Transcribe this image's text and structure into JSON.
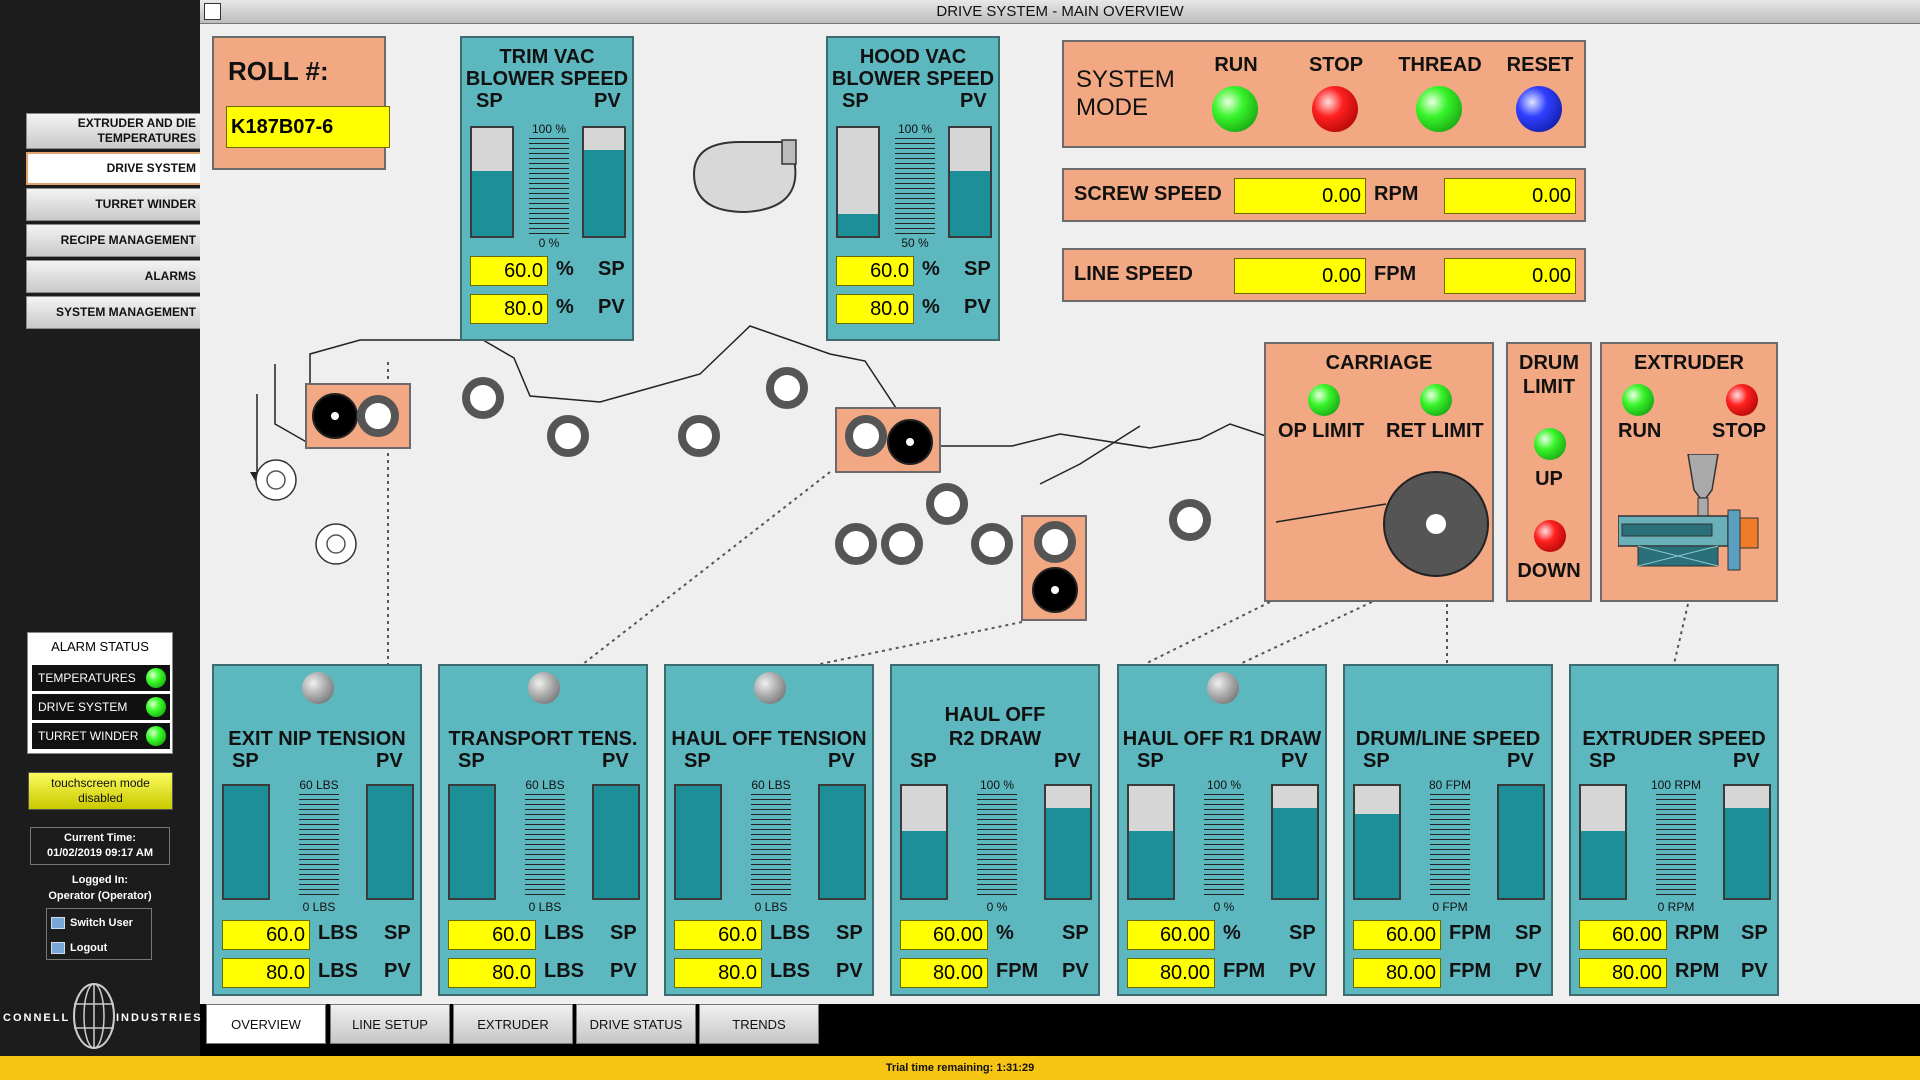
{
  "title": "DRIVE SYSTEM - MAIN OVERVIEW",
  "nav": [
    {
      "label": "EXTRUDER AND DIE TEMPERATURES",
      "active": false
    },
    {
      "label": "DRIVE SYSTEM",
      "active": true
    },
    {
      "label": "TURRET WINDER",
      "active": false
    },
    {
      "label": "RECIPE MANAGEMENT",
      "active": false
    },
    {
      "label": "ALARMS",
      "active": false
    },
    {
      "label": "SYSTEM MANAGEMENT",
      "active": false
    }
  ],
  "alarm_status": {
    "title": "ALARM STATUS",
    "rows": [
      {
        "label": "TEMPERATURES",
        "state": "green"
      },
      {
        "label": "DRIVE SYSTEM",
        "state": "green"
      },
      {
        "label": "TURRET WINDER",
        "state": "green"
      }
    ]
  },
  "touchscreen": {
    "line1": "touchscreen mode",
    "line2": "disabled"
  },
  "time": {
    "label": "Current Time:",
    "value": "01/02/2019 09:17 AM"
  },
  "login": {
    "label": "Logged In:",
    "user": "Operator (Operator)",
    "switch": "Switch User",
    "logout": "Logout"
  },
  "logo": {
    "left": "CONNELL",
    "right": "INDUSTRIES"
  },
  "roll": {
    "label": "ROLL #:",
    "value": "K187B07-6"
  },
  "trim_vac": {
    "title1": "TRIM VAC",
    "title2": "BLOWER SPEED",
    "sp_label": "SP",
    "pv_label": "PV",
    "scale_top": "100 %",
    "scale_bottom": "0 %",
    "sp_fraction": 0.6,
    "pv_fraction": 0.8,
    "sp_value": "60.0",
    "pv_value": "80.0",
    "unit": "%"
  },
  "hood_vac": {
    "title1": "HOOD VAC",
    "title2": "BLOWER SPEED",
    "sp_label": "SP",
    "pv_label": "PV",
    "scale_top": "100 %",
    "scale_bottom": "50 %",
    "sp_fraction": 0.2,
    "pv_fraction": 0.6,
    "sp_value": "60.0",
    "pv_value": "80.0",
    "unit": "%"
  },
  "system_mode": {
    "label1": "SYSTEM",
    "label2": "MODE",
    "buttons": [
      {
        "label": "RUN",
        "color": "green"
      },
      {
        "label": "STOP",
        "color": "red"
      },
      {
        "label": "THREAD",
        "color": "green"
      },
      {
        "label": "RESET",
        "color": "blue"
      }
    ]
  },
  "screw_speed": {
    "label": "SCREW SPEED",
    "value1": "0.00",
    "unit": "RPM",
    "value2": "0.00"
  },
  "line_speed": {
    "label": "LINE SPEED",
    "value1": "0.00",
    "unit": "FPM",
    "value2": "0.00"
  },
  "carriage": {
    "title": "CARRIAGE",
    "op": "OP LIMIT",
    "ret": "RET LIMIT"
  },
  "drum_limit": {
    "title1": "DRUM",
    "title2": "LIMIT",
    "up": "UP",
    "down": "DOWN"
  },
  "extruder": {
    "title": "EXTRUDER",
    "run": "RUN",
    "stop": "STOP"
  },
  "tension_panels": [
    {
      "title1": "",
      "title2": "EXIT NIP TENSION",
      "led": true,
      "scale_top": "60 LBS",
      "scale_bottom": "0 LBS",
      "sp_fraction": 1.0,
      "pv_fraction": 1.0,
      "sp_value": "60.0",
      "pv_value": "80.0",
      "sp_unit": "LBS",
      "pv_unit": "LBS"
    },
    {
      "title1": "",
      "title2": "TRANSPORT TENS.",
      "led": true,
      "scale_top": "60 LBS",
      "scale_bottom": "0 LBS",
      "sp_fraction": 1.0,
      "pv_fraction": 1.0,
      "sp_value": "60.0",
      "pv_value": "80.0",
      "sp_unit": "LBS",
      "pv_unit": "LBS"
    },
    {
      "title1": "",
      "title2": "HAUL OFF TENSION",
      "led": true,
      "scale_top": "60 LBS",
      "scale_bottom": "0 LBS",
      "sp_fraction": 1.0,
      "pv_fraction": 1.0,
      "sp_value": "60.0",
      "pv_value": "80.0",
      "sp_unit": "LBS",
      "pv_unit": "LBS"
    },
    {
      "title1": "HAUL OFF",
      "title2": "R2 DRAW",
      "led": false,
      "scale_top": "100 %",
      "scale_bottom": "0 %",
      "sp_fraction": 0.6,
      "pv_fraction": 0.8,
      "sp_value": "60.00",
      "pv_value": "80.00",
      "sp_unit": "%",
      "pv_unit": "FPM"
    },
    {
      "title1": "",
      "title2": "HAUL OFF R1 DRAW",
      "led": true,
      "scale_top": "100 %",
      "scale_bottom": "0 %",
      "sp_fraction": 0.6,
      "pv_fraction": 0.8,
      "sp_value": "60.00",
      "pv_value": "80.00",
      "sp_unit": "%",
      "pv_unit": "FPM"
    },
    {
      "title1": "",
      "title2": "DRUM/LINE SPEED",
      "led": false,
      "scale_top": "80 FPM",
      "scale_bottom": "0 FPM",
      "sp_fraction": 0.75,
      "pv_fraction": 1.0,
      "sp_value": "60.00",
      "pv_value": "80.00",
      "sp_unit": "FPM",
      "pv_unit": "FPM"
    },
    {
      "title1": "",
      "title2": "EXTRUDER SPEED",
      "led": false,
      "scale_top": "100 RPM",
      "scale_bottom": "0 RPM",
      "sp_fraction": 0.6,
      "pv_fraction": 0.8,
      "sp_value": "60.00",
      "pv_value": "80.00",
      "sp_unit": "RPM",
      "pv_unit": "RPM"
    }
  ],
  "panel_labels": {
    "sp": "SP",
    "pv": "PV"
  },
  "tabs": [
    {
      "label": "OVERVIEW",
      "active": true
    },
    {
      "label": "LINE SETUP",
      "active": false
    },
    {
      "label": "EXTRUDER",
      "active": false
    },
    {
      "label": "DRIVE STATUS",
      "active": false
    },
    {
      "label": "TRENDS",
      "active": false
    }
  ],
  "trial": "Trial time remaining: 1:31:29",
  "colors": {
    "panel_teal": "#5db7bf",
    "panel_orange": "#f2a883",
    "field_yellow": "#ffff00",
    "bar_fill": "#1d8f99"
  }
}
